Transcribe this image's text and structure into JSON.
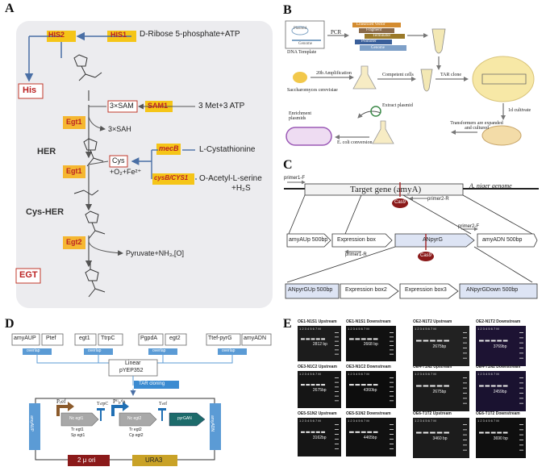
{
  "panels": {
    "a": "A",
    "b": "B",
    "c": "C",
    "d": "D",
    "e": "E"
  },
  "A": {
    "his2": "HIS2",
    "his1": "HIS1",
    "ribose": "D-Ribose 5-phosphate+ATP",
    "his": "His",
    "egt1a": "Egt1",
    "sam3": "3×SAM",
    "sam1": "SAM1",
    "met": "3 Met+3 ATP",
    "sah": "3×SAH",
    "her": "HER",
    "mecb": "mecB",
    "cystathionine": "L-Cystathionine",
    "egt1b": "Egt1",
    "cys": "Cys",
    "o2fe": "+O₂+Fe²⁺",
    "cysb": "cysB/CYS1",
    "acetyl": "O-Acetyl-L-serine",
    "h2s": "+H₂S",
    "cysher": "Cys-HER",
    "egt2": "Egt2",
    "pyruvate": "Pyruvate+NH₃,[O]",
    "egt": "EGT"
  },
  "B": {
    "pcr": "PCR",
    "dna_template": "DNA Template",
    "plasmid": "Plasmid",
    "genome": "Genome",
    "linearized": "Linearized Vector",
    "fragment": "Fragment",
    "terminator": "Terminator",
    "promoter": "Promoter",
    "amp20h": "20h Amplification",
    "yeast": "Saccharomyces cerevisiae",
    "competent": "Competent cells",
    "tar": "TAR clone",
    "cultivate": "1d cultivate",
    "enrichment": "Enrichment\nplasmids",
    "extract": "Extract plasmid",
    "ecoli": "E. coli conversion",
    "transformers": "Transformers are expanded\nand cultured"
  },
  "C": {
    "primer1f": "primer1-F",
    "target": "Target  gene (amyA)",
    "genome": "A. niger genome",
    "cas9": "Cas9",
    "primer2r": "primer2-R",
    "amyaup": "amyAUp 500bp",
    "expbox": "Expression box",
    "anpyrg": "ANpyrG",
    "primer2f": "primer2-F",
    "amyadn": "amyADN 500bp",
    "primer1r": "primer1-R",
    "gup": "ANpyrGUp 500bp",
    "expbox2": "Expression box2",
    "expbox3": "Expression box3",
    "gdown": "ANpyrGDown 500bp"
  },
  "D": {
    "amyaup": "amyAUP",
    "ptef": "Ptef",
    "egt1": "egt1",
    "ttrpc": "TtrpC",
    "pgpda": "PgpdA",
    "egt2": "egt2",
    "ttefpyrg": "Ttef-pyrG",
    "amyadn": "amyADN",
    "overlap": "overlap",
    "linear": "Linear",
    "pyep": "pYEP352",
    "tar": "TAR cloning",
    "ptef2": "Pₜef",
    "ptrpc": "TₜrpC",
    "pgpd": "Pᴳₚᵈᴀ",
    "ttef": "Tₜef",
    "nclegt1": "Nc egt1",
    "trcegt1": "Tr egt1",
    "spegt1": "Sp egt1",
    "nclegt2": "Nc egt2",
    "trcegt2": "Tr egt2",
    "cpegt2": "Cp egt2",
    "pyrgan": "pyrGAN",
    "amyaup_v": "amyAUP",
    "amyadn_v": "amyADN",
    "ori": "2 μ ori",
    "ura3": "URA3"
  },
  "E": {
    "gels": [
      {
        "title": "OE1-N1S1 Upstream",
        "band": "2812 bp"
      },
      {
        "title": "OE1-N1S1 Downstream",
        "band": "2668 bp"
      },
      {
        "title": "OE2-N1T2 Upstream",
        "band": "2675bp"
      },
      {
        "title": "OE2-N1T2 Downstream",
        "band": "3769bp"
      },
      {
        "title": "OE3-N1C2 Upstream",
        "band": "2675bp"
      },
      {
        "title": "OE3-N1C2 Downstream",
        "band": "4360bp"
      },
      {
        "title": "OE4-T1N2 Upstream",
        "band": "2675bp"
      },
      {
        "title": "OE4-T1N2 Downstream",
        "band": "2459bp"
      },
      {
        "title": "OE5-S1N2 Upstream",
        "band": "3162bp"
      },
      {
        "title": "OE5-S1N2 Downstream",
        "band": "4465bp"
      },
      {
        "title": "OE6-T1T2 Upstream",
        "band": "3460 bp"
      },
      {
        "title": "OE6-T1T2 Downstream",
        "band": "3690 bp"
      }
    ],
    "lanes": "1  2  3  4  5  6  7  M"
  }
}
